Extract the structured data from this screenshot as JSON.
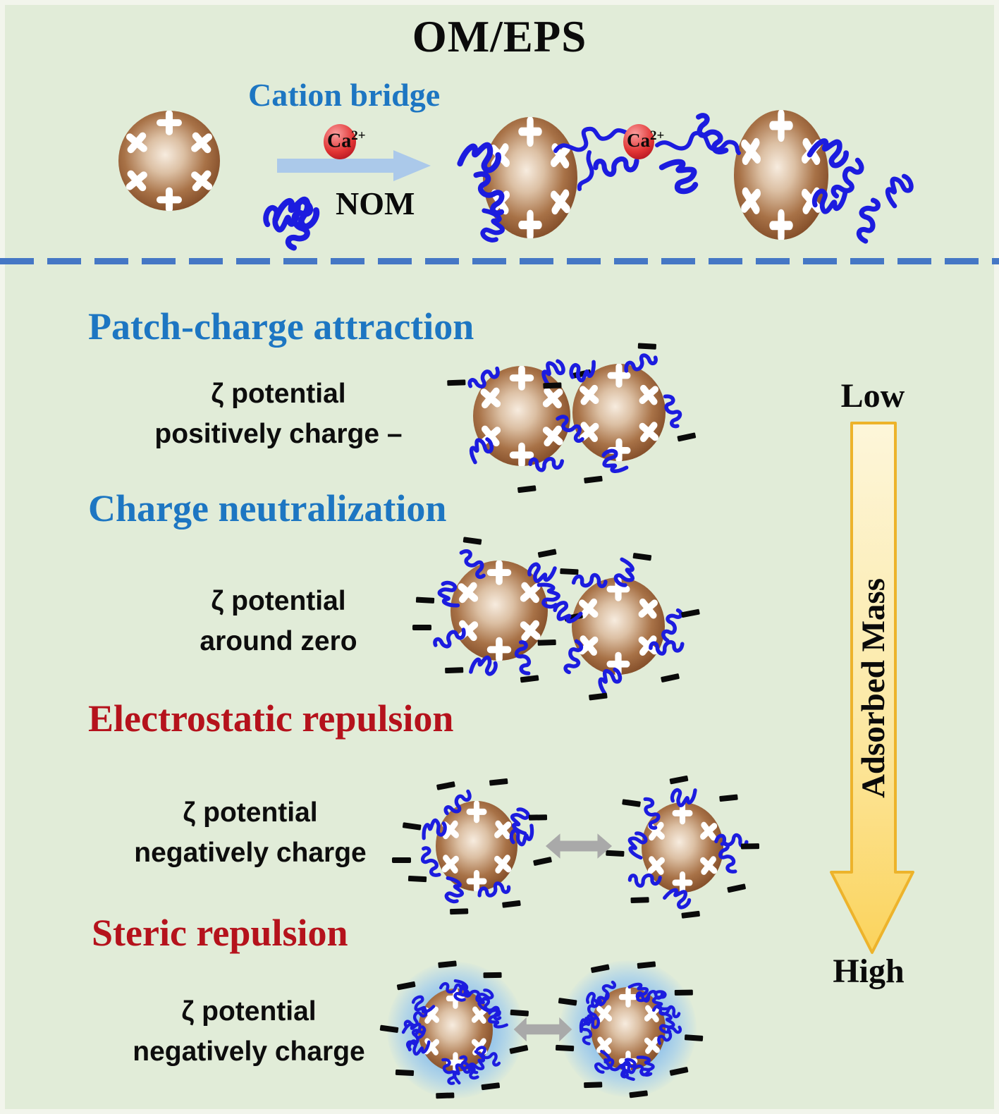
{
  "figure": {
    "title": "OM/EPS",
    "background_color": "#e1ecd8"
  },
  "cation_bridge": {
    "heading": "Cation bridge",
    "heading_color": "#1d76c2",
    "ca_ion": {
      "symbol": "Ca",
      "charge": "2+"
    },
    "nom_label": "NOM"
  },
  "sections": [
    {
      "id": "patch-charge-attraction",
      "heading": "Patch-charge attraction",
      "heading_color": "#1d76c2",
      "zeta_line1": "ζ potential",
      "zeta_line2": "positively charge –"
    },
    {
      "id": "charge-neutralization",
      "heading": "Charge neutralization",
      "heading_color": "#1d76c2",
      "zeta_line1": "ζ potential",
      "zeta_line2": "around zero"
    },
    {
      "id": "electrostatic-repulsion",
      "heading": "Electrostatic repulsion",
      "heading_color": "#b5121c",
      "zeta_line1": "ζ potential",
      "zeta_line2": "negatively charge"
    },
    {
      "id": "steric-repulsion",
      "heading": "Steric repulsion",
      "heading_color": "#b5121c",
      "zeta_line1": "ζ potential",
      "zeta_line2": "negatively charge"
    }
  ],
  "adsorbed_mass_scale": {
    "top_label": "Low",
    "axis_label": "Adsorbed Mass",
    "bottom_label": "High",
    "arrow_fill": "#fbd35c",
    "arrow_border": "#edb32b"
  },
  "palette": {
    "particle_brown": "#7b4522",
    "polymer_blue": "#1c1cdf",
    "ca_red": "#c41426",
    "reaction_arrow_blue": "#abc9ea",
    "repulsion_arrow_gray": "#a9a9a9",
    "divider_blue": "#4577c5",
    "minus_charge_black": "#0a0a0a",
    "plus_charge_white": "#ffffff"
  }
}
